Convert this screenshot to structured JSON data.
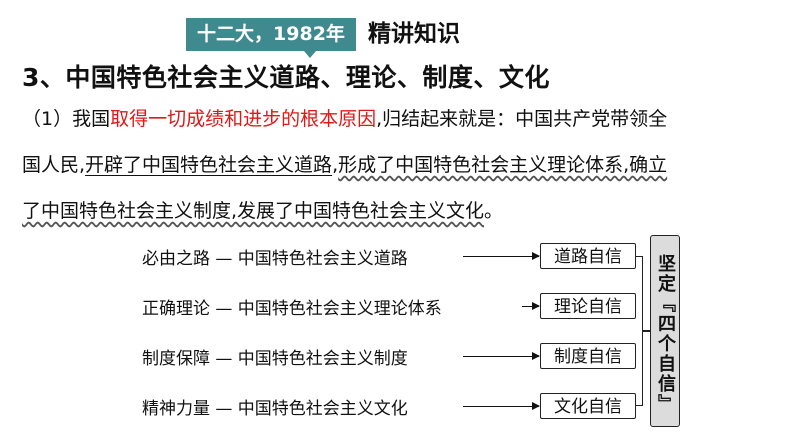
{
  "callout": "十二大，1982年",
  "section_tag": "精讲知识",
  "heading": "3、中国特色社会主义道路、理论、制度、文化",
  "paragraph": {
    "l1_a": "（1）我国",
    "l1_red": "取得一切成绩和进步的根本原因",
    "l1_b": ",归结起来就是：中国共产党带领全",
    "l2_a": "国人民,",
    "l2_u1": "开辟了中国特色社会主义道路",
    "l2_b": ",",
    "l2_u2": "形成了中国特色社会主义理论体系,确立",
    "l3_u": "了中国特色社会主义制度,发展了中国特色社会主义文化",
    "l3_end": "。"
  },
  "rows": [
    {
      "text": "必由之路 — 中国特色社会主义道路",
      "box": "道路自信"
    },
    {
      "text": "正确理论 — 中国特色社会主义理论体系",
      "box": "理论自信"
    },
    {
      "text": "制度保障 — 中国特色社会主义制度",
      "box": "制度自信"
    },
    {
      "text": "精神力量 — 中国特色社会主义文化",
      "box": "文化自信"
    }
  ],
  "summary": "坚定『四个自信』"
}
